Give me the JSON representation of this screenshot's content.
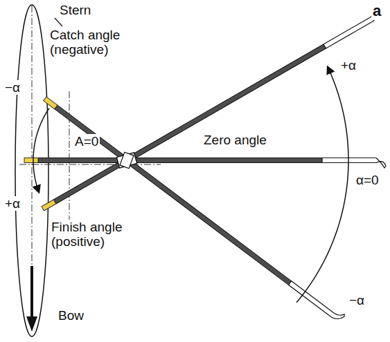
{
  "diagram": {
    "labels": [
      "a",
      "Stern",
      "Catch angle (negative)",
      "−α",
      "+α",
      "A=0",
      "Zero angle",
      "α=0",
      "+α",
      "Finish angle (positive)",
      "−α",
      "Bow"
    ]
  }
}
